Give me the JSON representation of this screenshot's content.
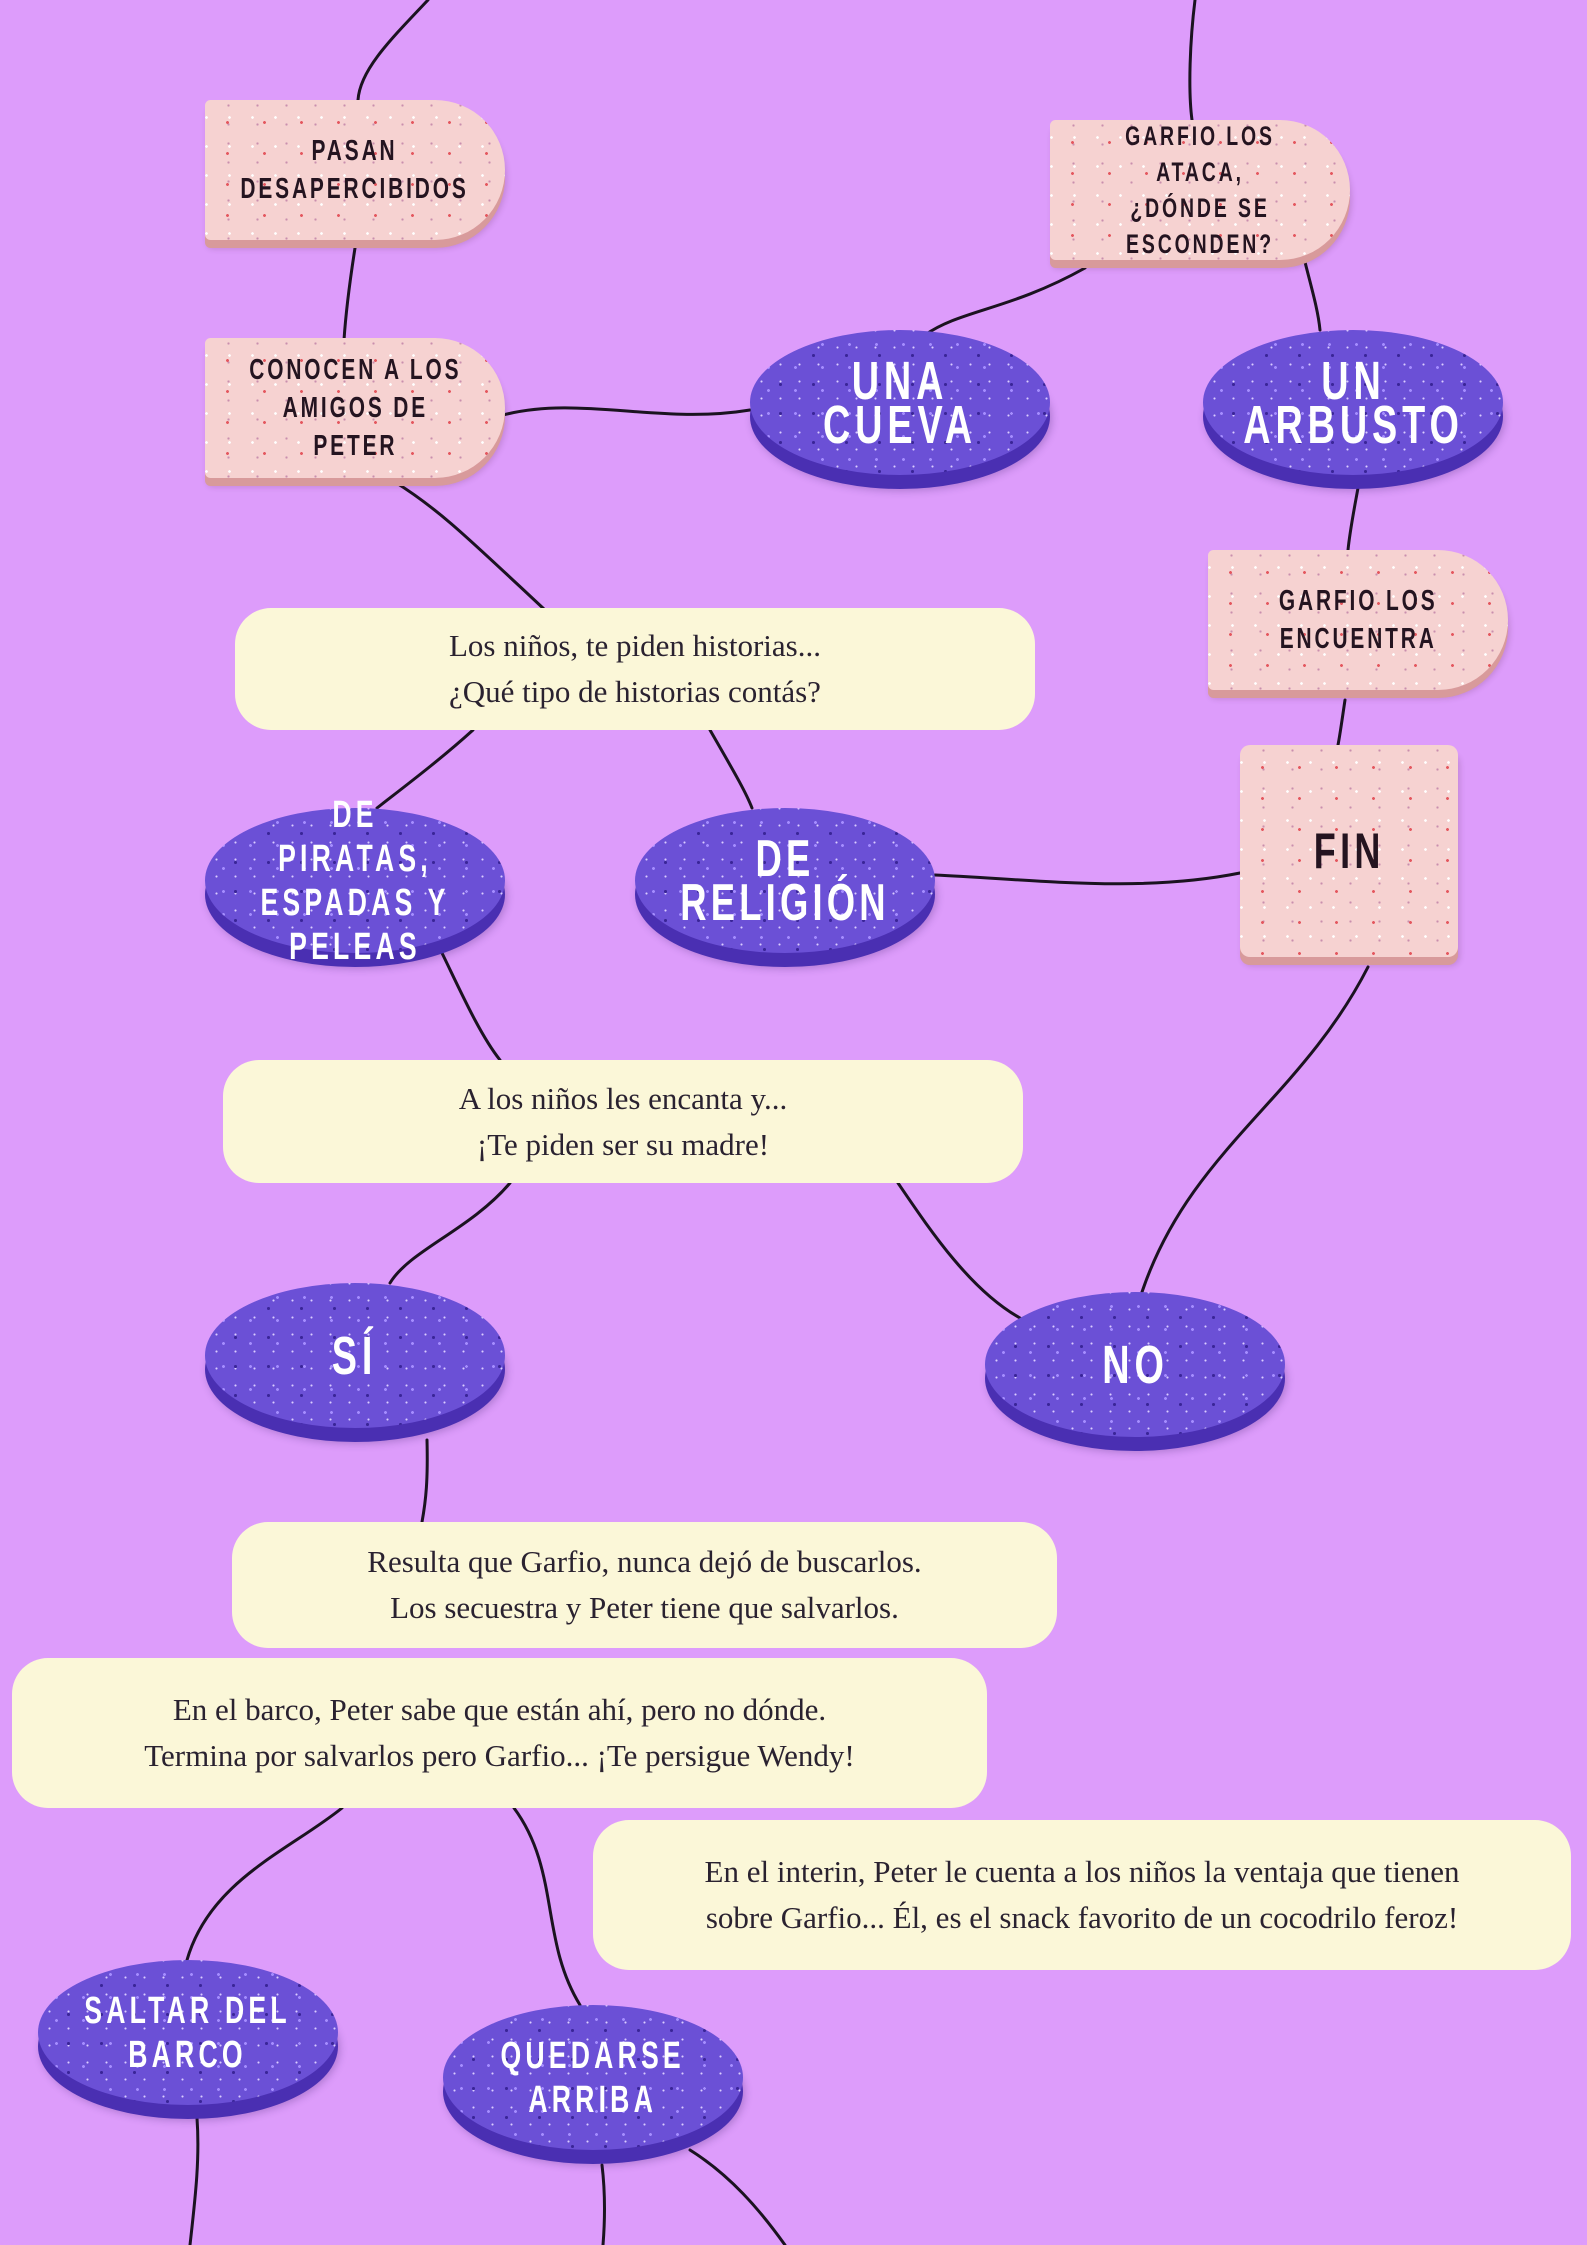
{
  "colors": {
    "background": "#dd9cfb",
    "tile_pink": "#f6d2d1",
    "oval_purple": "#6b50d6",
    "note_cream": "#fbf7d8",
    "connector": "#1b1320"
  },
  "nodes": {
    "pasan": "PASAN\nDESAPERCIBIDOS",
    "garfio_ataca": "GARFIO LOS\nATACA,\n¿DÓNDE SE ESCONDEN?",
    "conocen": "CONOCEN A LOS\nAMIGOS DE\nPETER",
    "una_cueva": "UNA CUEVA",
    "un_arbusto": "UN ARBUSTO",
    "garfio_encuentra": "GARFIO LOS\nENCUENTRA",
    "historias_note": "Los niños, te piden historias...\n¿Qué tipo de historias contás?",
    "piratas": "DE PIRATAS,\nESPADAS Y\nPELEAS",
    "religion": "DE RELIGIÓN",
    "fin": "FIN",
    "madre_note": "A los niños les encanta y...\n¡Te piden ser su madre!",
    "si": "SÍ",
    "no": "NO",
    "secuestra_note": "Resulta que Garfio, nunca dejó de buscarlos.\nLos secuestra y Peter tiene que salvarlos.",
    "barco_note": "En el barco, Peter sabe que están ahí, pero no dónde.\nTermina por salvarlos pero Garfio... ¡Te persigue Wendy!",
    "interin_note": "En el interin, Peter le cuenta a los niños la ventaja que tienen\nsobre Garfio... Él, es el snack favorito de un cocodrilo feroz!",
    "saltar": "SALTAR DEL\nBARCO",
    "quedarse": "QUEDARSE\nARRIBA"
  }
}
